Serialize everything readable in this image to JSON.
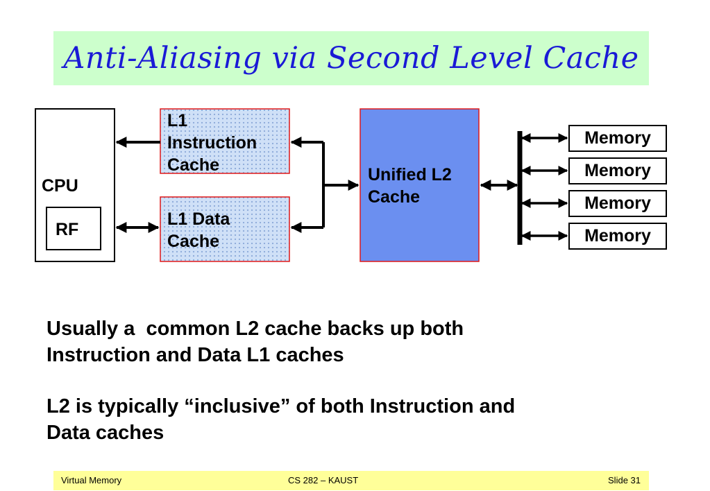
{
  "title": "Anti-Aliasing via Second Level Cache",
  "diagram": {
    "cpu_label": "CPU",
    "rf_label": "RF",
    "l1_instruction_lines": [
      "L1",
      "Instruction",
      "Cache"
    ],
    "l1_data_lines": [
      "L1 Data",
      "Cache"
    ],
    "l2_lines": [
      "Unified L2",
      "Cache"
    ],
    "memory_labels": [
      "Memory",
      "Memory",
      "Memory",
      "Memory"
    ],
    "colors": {
      "l1_border": "#e01818",
      "l1_fill": "#cfe0f7",
      "l2_fill": "#6b8ff0",
      "l2_border": "#e01818"
    }
  },
  "body": {
    "para1_lines": [
      "Usually a  common L2 cache backs up both",
      "Instruction and Data L1 caches"
    ],
    "para2_lines": [
      "L2 is typically “inclusive” of both Instruction and",
      "Data caches"
    ]
  },
  "footer": {
    "left": "Virtual Memory",
    "center": "CS 282 – KAUST",
    "right": "Slide 31"
  }
}
